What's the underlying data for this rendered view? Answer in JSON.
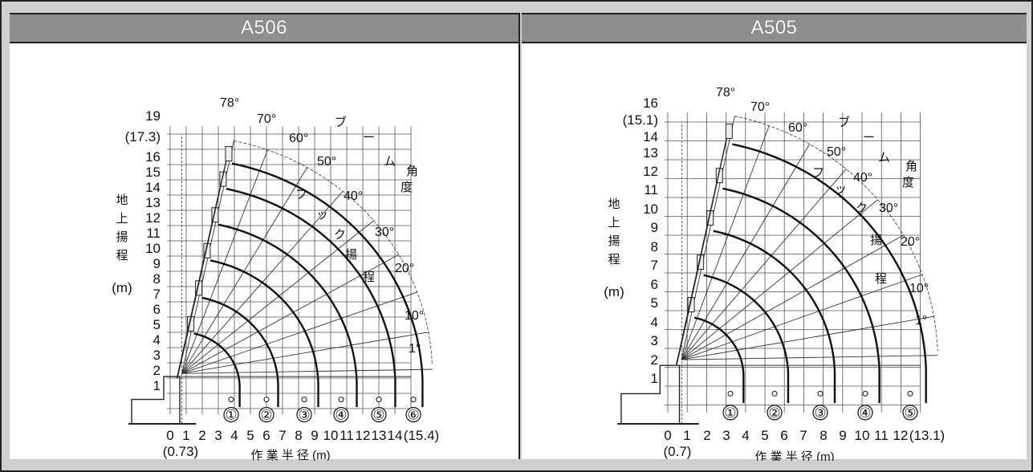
{
  "charts": [
    {
      "model": "A506",
      "y_ticks": [
        "19",
        "(17.3)",
        "16",
        "15",
        "14",
        "13",
        "12",
        "11",
        "10",
        "9",
        "8",
        "7",
        "6",
        "5",
        "4",
        "3",
        "2",
        "1"
      ],
      "x_ticks": [
        "0",
        "1",
        "2",
        "3",
        "4",
        "5",
        "6",
        "7",
        "8",
        "9",
        "10",
        "11",
        "12",
        "13",
        "14",
        "(15.4)"
      ],
      "x_sub": "(0.73)",
      "y_label_chars": [
        "地",
        "上",
        "揚",
        "程"
      ],
      "y_unit": "(m)",
      "x_label": "作 業 半 径 (m)",
      "boom_angles": [
        "78°",
        "70°",
        "60°",
        "50°",
        "40°",
        "30°",
        "20°",
        "10°",
        "1°"
      ],
      "angle_label_chars": [
        "ブ",
        "ー",
        "ム",
        "角",
        "度"
      ],
      "hook_label_chars": [
        "フ",
        "ッ",
        "ク",
        "揚",
        "程"
      ],
      "stages": [
        "①",
        "②",
        "③",
        "④",
        "⑤",
        "⑥"
      ]
    },
    {
      "model": "A505",
      "y_ticks": [
        "16",
        "(15.1)",
        "14",
        "13",
        "12",
        "11",
        "10",
        "9",
        "8",
        "7",
        "6",
        "5",
        "4",
        "3",
        "2",
        "1"
      ],
      "x_ticks": [
        "0",
        "1",
        "2",
        "3",
        "4",
        "5",
        "6",
        "7",
        "8",
        "9",
        "10",
        "11",
        "12",
        "(13.1)"
      ],
      "x_sub": "(0.7)",
      "y_label_chars": [
        "地",
        "上",
        "揚",
        "程"
      ],
      "y_unit": "(m)",
      "x_label": "作 業 半 径 (m)",
      "boom_angles": [
        "78°",
        "70°",
        "60°",
        "50°",
        "40°",
        "30°",
        "20°",
        "10°",
        "1°"
      ],
      "angle_label_chars": [
        "ブ",
        "ー",
        "ム",
        "角",
        "度"
      ],
      "hook_label_chars": [
        "フ",
        "ッ",
        "ク",
        "揚",
        "程"
      ],
      "stages": [
        "①",
        "②",
        "③",
        "④",
        "⑤"
      ]
    }
  ]
}
